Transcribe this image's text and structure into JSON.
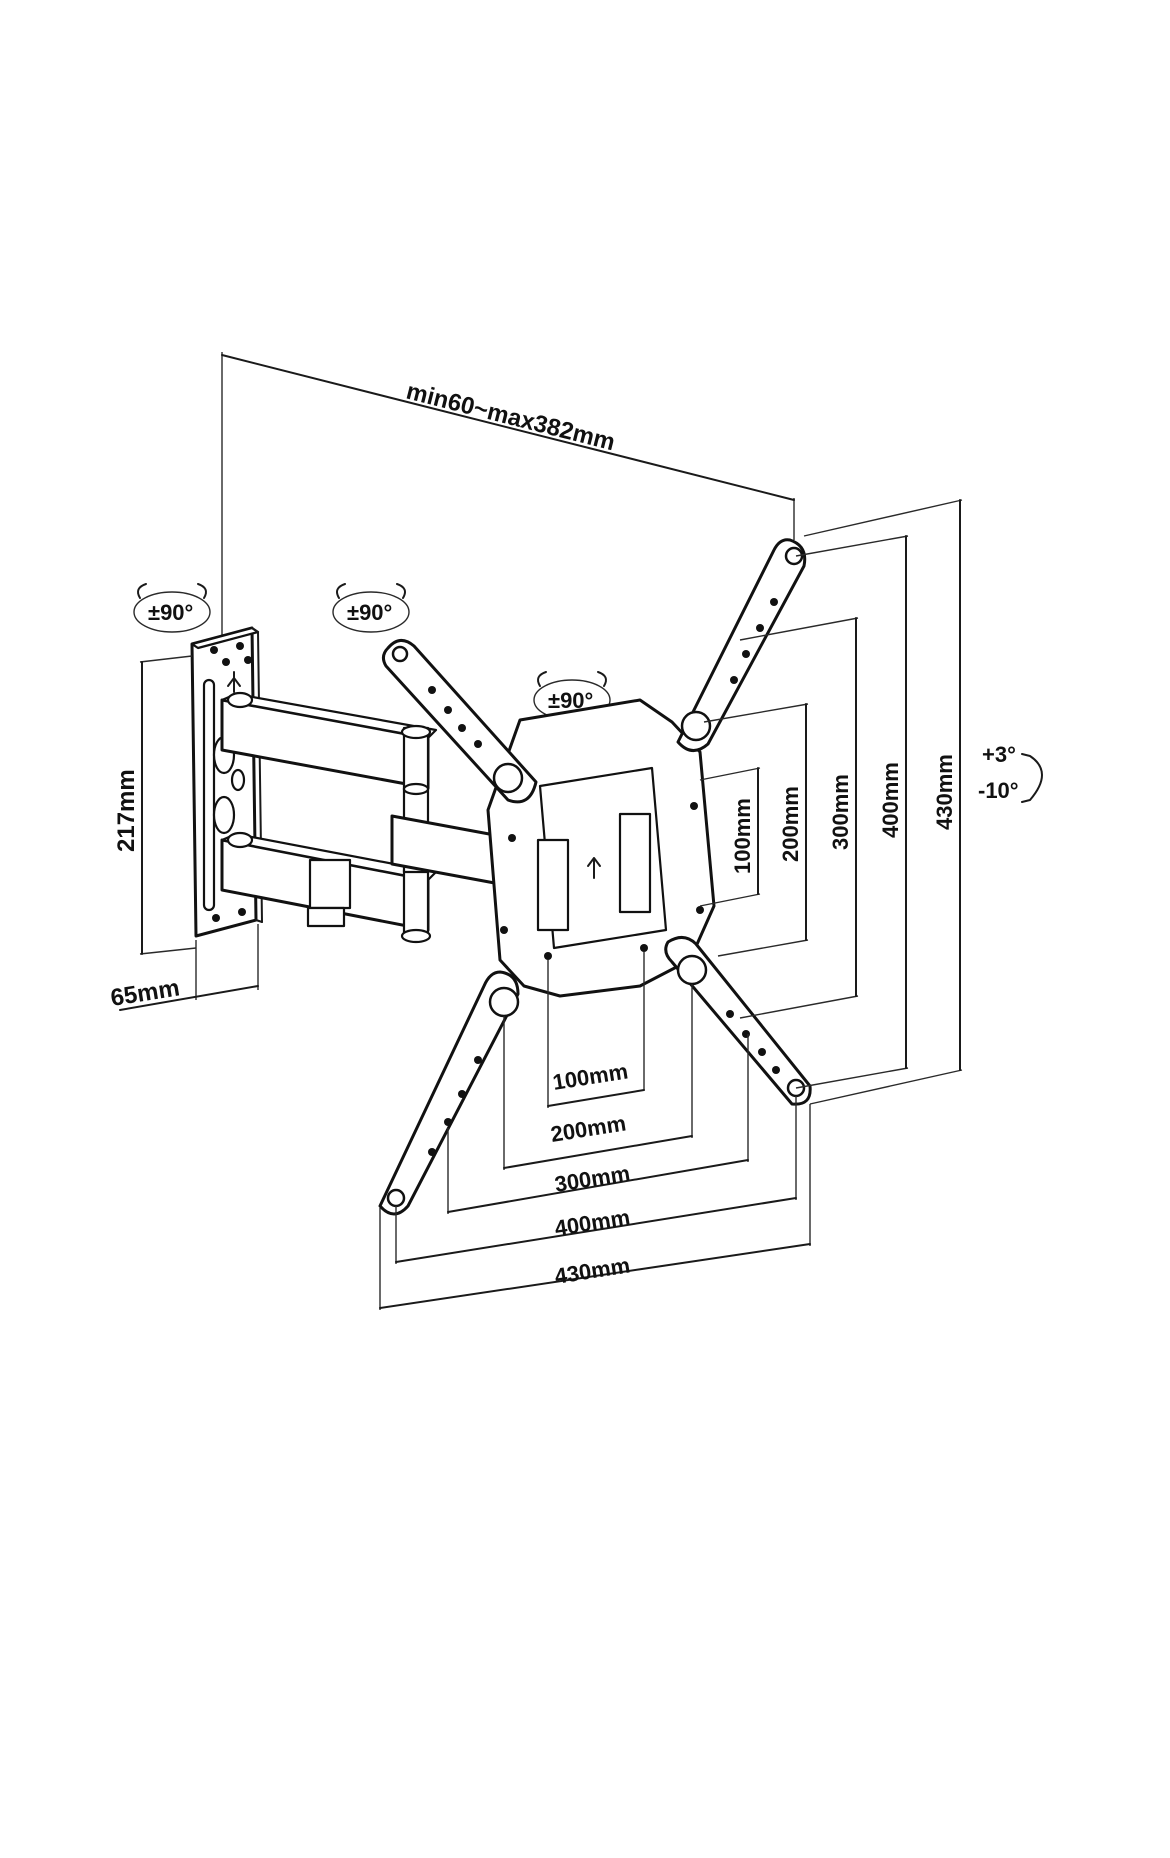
{
  "dimensions": {
    "arm_extension": "min60~max382mm",
    "wall_plate_height": "217mm",
    "wall_plate_depth": "65mm",
    "vesa_horizontal": [
      "100mm",
      "200mm",
      "300mm",
      "400mm",
      "430mm"
    ],
    "vesa_vertical": [
      "100mm",
      "200mm",
      "300mm",
      "400mm",
      "430mm"
    ]
  },
  "rotations": {
    "wall_swivel": "±90°",
    "arm_swivel": "±90°",
    "plate_rotation": "±90°",
    "tilt_up": "+3°",
    "tilt_down": "-10°"
  },
  "icons": {
    "rotate": "rotate-arrows-icon",
    "up_arrow": "up-arrow-icon"
  },
  "colors": {
    "line": "#111111",
    "background": "#ffffff"
  }
}
